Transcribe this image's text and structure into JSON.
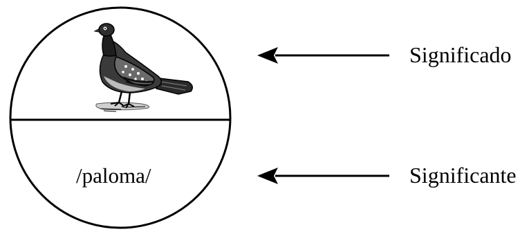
{
  "diagram": {
    "signified_label": "Significado",
    "signifier_label": "Significante",
    "signifier_text": "/paloma/",
    "image_subject": "pigeon-illustration",
    "line_color": "#000000"
  }
}
